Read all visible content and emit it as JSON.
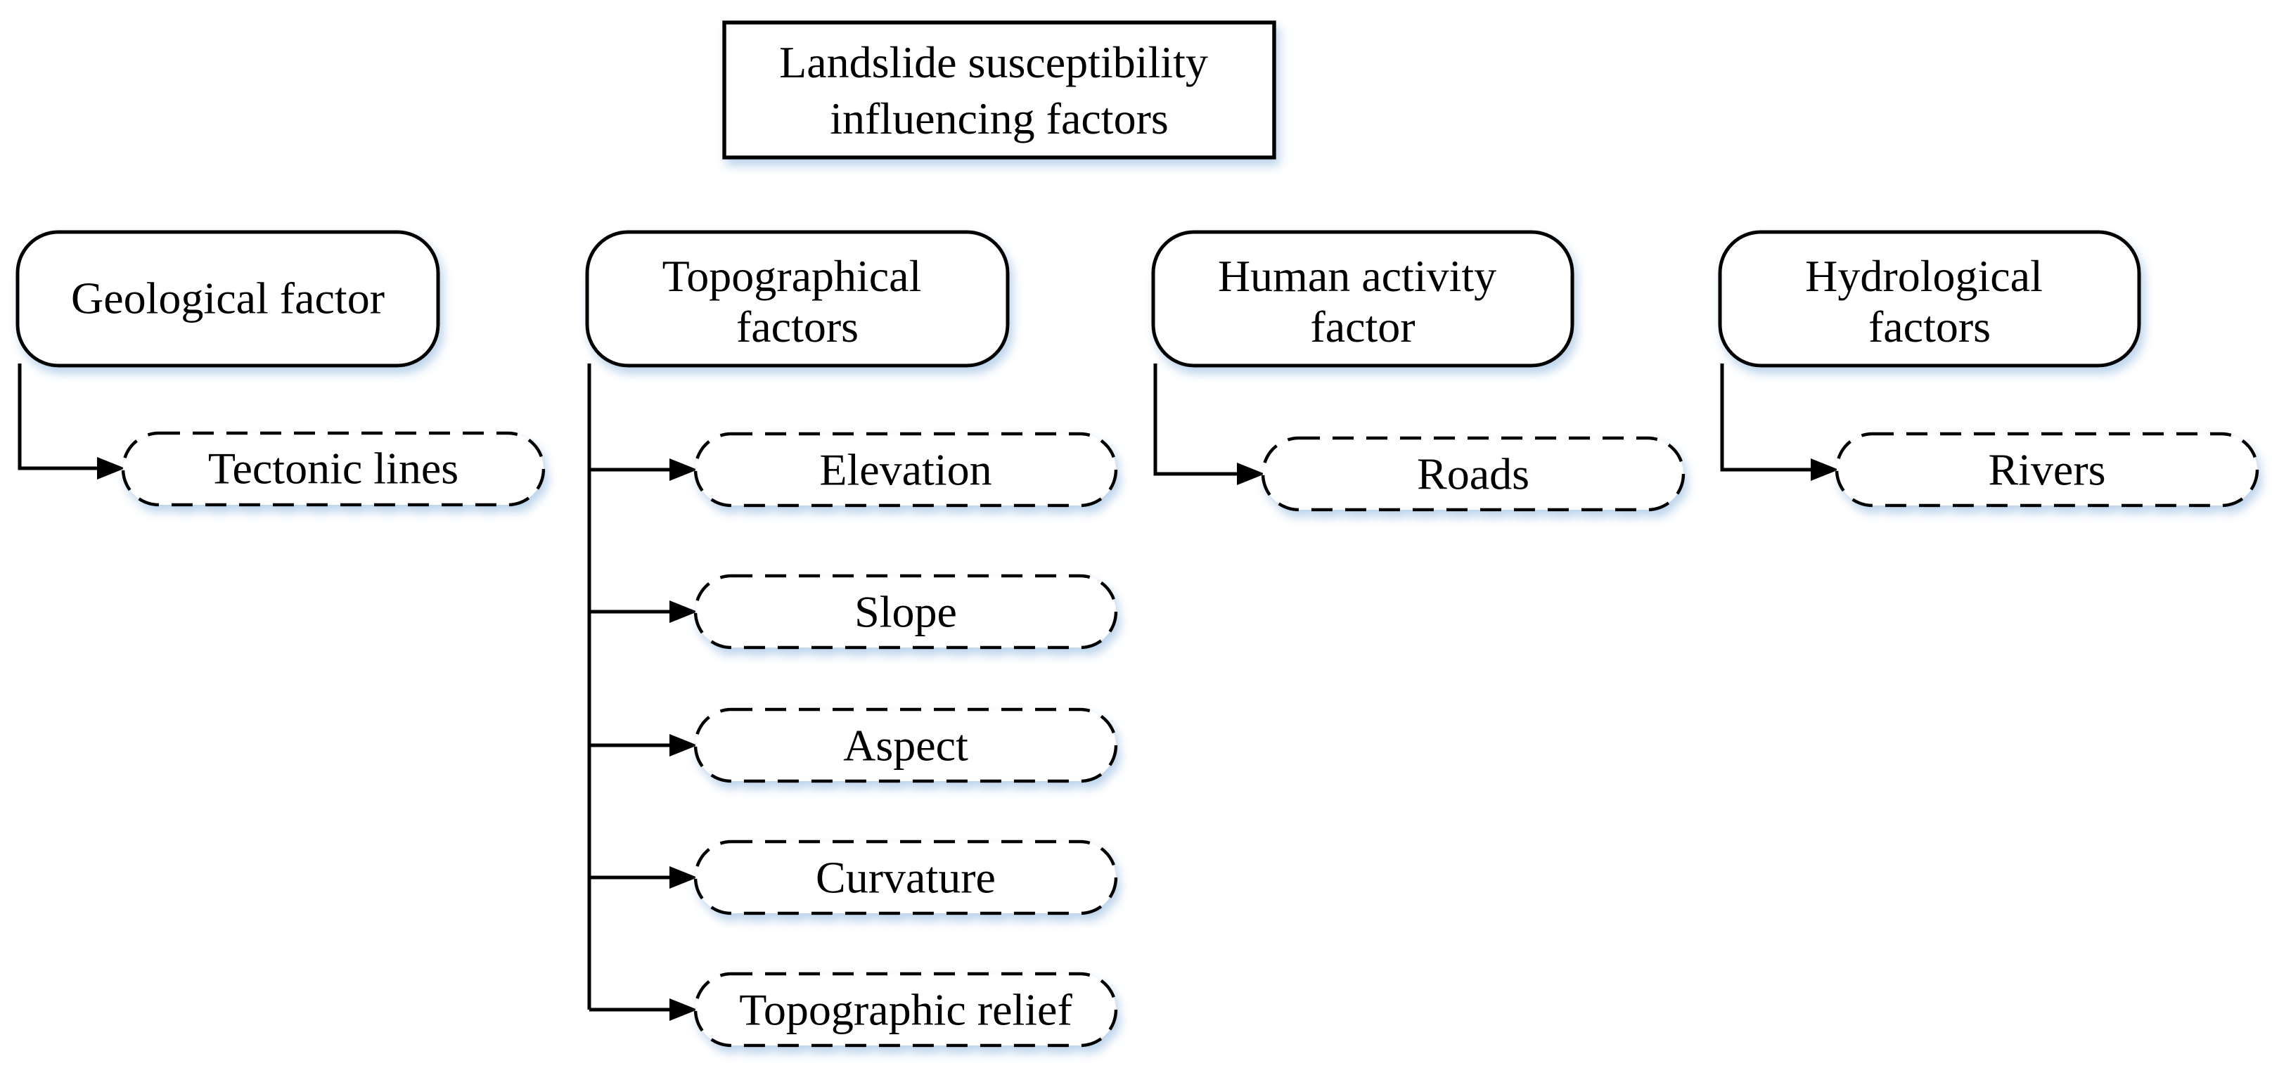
{
  "diagram": {
    "title": {
      "label": "Landslide susceptibility influencing factors",
      "lines": [
        "Landslide susceptibility",
        "influencing factors"
      ]
    },
    "columns": [
      {
        "parent": {
          "label": "Geological factor",
          "lines": [
            "Geological factor"
          ]
        },
        "children": [
          {
            "label": "Tectonic lines"
          }
        ]
      },
      {
        "parent": {
          "label": "Topographical factors",
          "lines": [
            "Topographical",
            "factors"
          ]
        },
        "children": [
          {
            "label": "Elevation"
          },
          {
            "label": "Slope"
          },
          {
            "label": "Aspect"
          },
          {
            "label": "Curvature"
          },
          {
            "label": "Topographic relief"
          }
        ]
      },
      {
        "parent": {
          "label": "Human activity factor",
          "lines": [
            "Human activity",
            "factor"
          ]
        },
        "children": [
          {
            "label": "Roads"
          }
        ]
      },
      {
        "parent": {
          "label": "Hydrological factors",
          "lines": [
            "Hydrological",
            "factors"
          ]
        },
        "children": [
          {
            "label": "Rivers"
          }
        ]
      }
    ],
    "style": {
      "background": "#ffffff",
      "node_fill": "#ffffff",
      "stroke": "#000000",
      "shadow": "#b5cfe9"
    }
  }
}
